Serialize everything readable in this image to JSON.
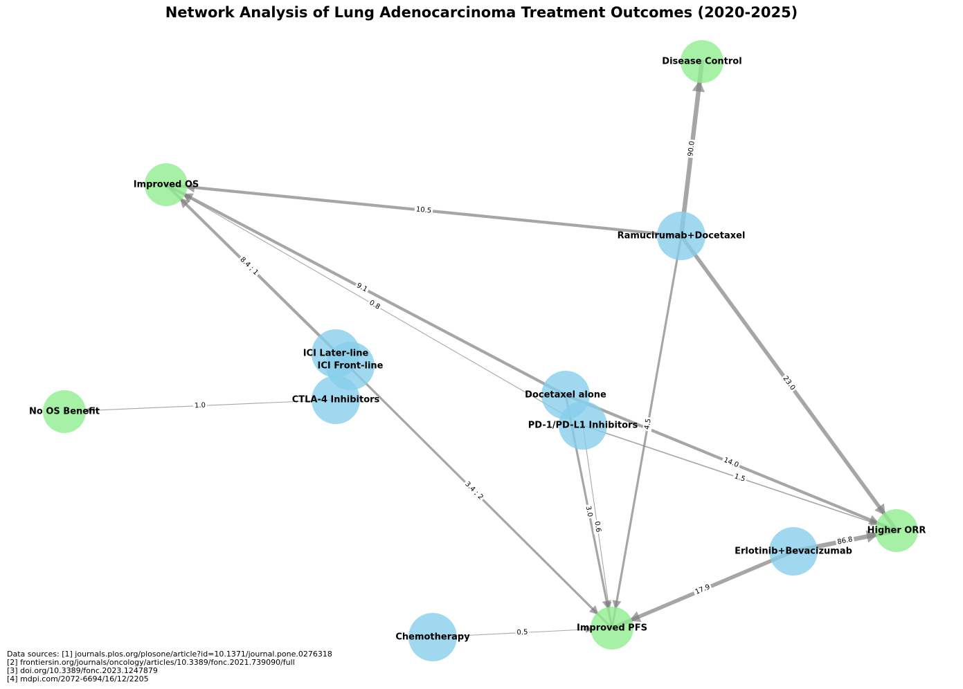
{
  "title": "Network Analysis of Lung Adenocarcinoma Treatment Outcomes (2020-2025)",
  "colors": {
    "treatment": "#87CEEB",
    "outcome": "#90EE90",
    "edge": "#808080"
  },
  "nodes": [
    {
      "id": "disease_control",
      "label": "Disease Control",
      "kind": "outcome"
    },
    {
      "id": "improved_os",
      "label": "Improved OS",
      "kind": "outcome"
    },
    {
      "id": "ramucirumab",
      "label": "Ramucirumab+Docetaxel",
      "kind": "treatment"
    },
    {
      "id": "ici_later",
      "label": "ICI Later-line",
      "kind": "treatment"
    },
    {
      "id": "ici_front",
      "label": "ICI Front-line",
      "kind": "treatment"
    },
    {
      "id": "ctla4",
      "label": "CTLA-4 Inhibitors",
      "kind": "treatment"
    },
    {
      "id": "no_os",
      "label": "No OS Benefit",
      "kind": "outcome"
    },
    {
      "id": "docetaxel",
      "label": "Docetaxel alone",
      "kind": "treatment"
    },
    {
      "id": "pd1",
      "label": "PD-1/PD-L1 Inhibitors",
      "kind": "treatment"
    },
    {
      "id": "higher_orr",
      "label": "Higher ORR",
      "kind": "outcome"
    },
    {
      "id": "erlotinib",
      "label": "Erlotinib+Bevacizumab",
      "kind": "treatment"
    },
    {
      "id": "chemo",
      "label": "Chemotherapy",
      "kind": "treatment"
    },
    {
      "id": "improved_pfs",
      "label": "Improved PFS",
      "kind": "outcome"
    }
  ],
  "edges": [
    {
      "from": "ramucirumab",
      "to": "disease_control",
      "label": "90.0",
      "weight": 90.0
    },
    {
      "from": "ramucirumab",
      "to": "improved_os",
      "label": "10.5",
      "weight": 10.5
    },
    {
      "from": "ramucirumab",
      "to": "higher_orr",
      "label": "23.0",
      "weight": 23.0
    },
    {
      "from": "ramucirumab",
      "to": "improved_pfs",
      "label": "4.5",
      "weight": 4.5
    },
    {
      "from": "ici_front",
      "to": "improved_os",
      "label": "8.4 ; 1",
      "weight": 8.4
    },
    {
      "from": "ici_later",
      "to": "improved_pfs",
      "label": "3.4 ; 2",
      "weight": 3.4
    },
    {
      "from": "docetaxel",
      "to": "improved_os",
      "label": "9.1",
      "weight": 9.1
    },
    {
      "from": "docetaxel",
      "to": "higher_orr",
      "label": "14.0",
      "weight": 14.0
    },
    {
      "from": "pd1",
      "to": "improved_os",
      "label": "0.8",
      "weight": 0.8
    },
    {
      "from": "pd1",
      "to": "higher_orr",
      "label": "1.5",
      "weight": 1.5
    },
    {
      "from": "docetaxel",
      "to": "improved_pfs",
      "label": "3.0",
      "weight": 3.0
    },
    {
      "from": "pd1",
      "to": "improved_pfs",
      "label": "0.6",
      "weight": 0.6
    },
    {
      "from": "ctla4",
      "to": "no_os",
      "label": "1.0",
      "weight": 1.0
    },
    {
      "from": "erlotinib",
      "to": "higher_orr",
      "label": "86.8",
      "weight": 86.8
    },
    {
      "from": "erlotinib",
      "to": "improved_pfs",
      "label": "17.9",
      "weight": 17.9
    },
    {
      "from": "chemo",
      "to": "improved_pfs",
      "label": "0.5",
      "weight": 0.5
    }
  ],
  "sources": [
    "Data sources: [1] journals.plos.org/plosone/article?id=10.1371/journal.pone.0276318",
    "[2] frontiersin.org/journals/oncology/articles/10.3389/fonc.2021.739090/full",
    "[3] doi.org/10.3389/fonc.2023.1247879",
    "[4] mdpi.com/2072-6694/16/12/2205"
  ]
}
